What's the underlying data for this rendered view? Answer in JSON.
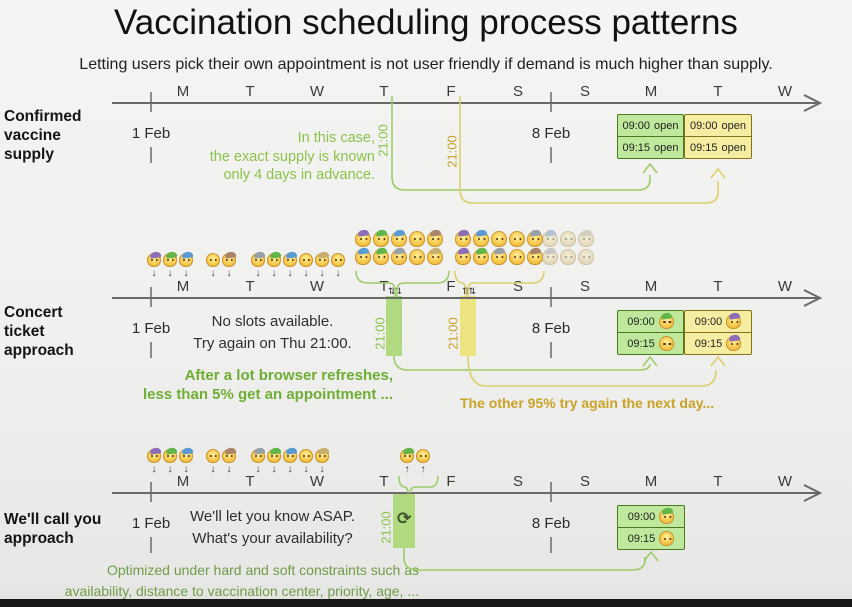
{
  "colors": {
    "ui": {
      "green-line": "#9ccc65",
      "green-text": "#8bc34a",
      "green-bold": "#6fae34",
      "green-deep": "#6f9d4a",
      "yellow-line": "#dccf6a",
      "yellow-text": "#c9a227",
      "slot-green-bg": "#bfe89d",
      "slot-green-border": "#4a7a1e",
      "slot-yellow-bg": "#f5eda1",
      "slot-yellow-border": "#827417",
      "bar-green": "#b1da80",
      "bar-yellow": "#ece57f",
      "timeline": "#696969"
    },
    "hats": {
      "purple": "#8d6cb8",
      "green": "#62b548",
      "blue": "#5b9bd5",
      "brown": "#a98467",
      "gray": "#98a0a8",
      "tan": "#c5ae6f",
      "none": "transparent"
    }
  },
  "header": {
    "title": "Vaccination scheduling process patterns",
    "subtitle": "Letting users pick their own appointment is not user friendly if demand is much higher than supply."
  },
  "timeline": {
    "days": [
      "M",
      "T",
      "W",
      "T",
      "F",
      "S",
      "S",
      "M",
      "T",
      "W"
    ],
    "start_date": "1 Feb",
    "mid_date": "8 Feb"
  },
  "icons": {
    "shuffle": "⇅⇅",
    "sync": "⟳"
  },
  "s1": {
    "label_lines": [
      "Confirmed",
      "vaccine",
      "supply"
    ],
    "note_lines": [
      "In this case,",
      "the exact supply is known",
      "only 4 days in advance."
    ],
    "release_green": "21:00",
    "release_yellow": "21:00",
    "slots_green": [
      {
        "time": "09:00",
        "status": "open"
      },
      {
        "time": "09:15",
        "status": "open"
      }
    ],
    "slots_yellow": [
      {
        "time": "09:00",
        "status": "open"
      },
      {
        "time": "09:15",
        "status": "open"
      }
    ]
  },
  "s2": {
    "label_lines": [
      "Concert",
      "ticket",
      "approach"
    ],
    "message_lines": [
      "No slots available.",
      "Try again on Thu 21:00."
    ],
    "release_green": "21:00",
    "release_yellow": "21:00",
    "note_green_lines": [
      "After a lot browser refreshes,",
      "less than 5% get an appointment ..."
    ],
    "note_yellow": "The other 95% try again the next day...",
    "slots_green": [
      {
        "time": "09:00",
        "face": "green"
      },
      {
        "time": "09:15",
        "face": "none"
      }
    ],
    "slots_yellow": [
      {
        "time": "09:00",
        "face": "purple"
      },
      {
        "time": "09:15",
        "face": "purple"
      }
    ]
  },
  "s3": {
    "label_lines": [
      "We'll call you",
      "approach"
    ],
    "message_lines": [
      "We'll let you know ASAP.",
      "What's your availability?"
    ],
    "release_green": "21:00",
    "note_lines": [
      "Optimized under hard and soft constraints such as",
      "availability, distance to vaccination center, priority, age, ..."
    ],
    "slots_green": [
      {
        "time": "09:00",
        "face": "green"
      },
      {
        "time": "09:15",
        "face": "none"
      }
    ]
  },
  "crowds": [
    {
      "id": "s2g1",
      "name": "waiting-people-group",
      "hats": [
        "purple",
        "green",
        "blue"
      ],
      "arrow": "↓"
    },
    {
      "id": "s2g2",
      "name": "waiting-people-group",
      "hats": [
        "none",
        "brown"
      ],
      "arrow": "↓"
    },
    {
      "id": "s2g3",
      "name": "waiting-people-group",
      "hats": [
        "gray",
        "green",
        "blue",
        "none",
        "tan"
      ],
      "arrow": "↓"
    },
    {
      "id": "s2g4",
      "name": "waiting-people-group",
      "hats": [
        "none"
      ],
      "arrow": "↓"
    },
    {
      "id": "s2bT",
      "name": "thursday-refresh-crowd",
      "rows": [
        [
          "purple",
          "green",
          "blue",
          "none",
          "brown"
        ],
        [
          "blue",
          "green",
          "gray",
          "none",
          "tan"
        ]
      ]
    },
    {
      "id": "s2bF",
      "name": "friday-refresh-crowd",
      "rows": [
        [
          "purple",
          "blue",
          "none",
          "none",
          "gray"
        ],
        [
          "purple",
          "green",
          "gray",
          "none",
          "brown"
        ]
      ]
    },
    {
      "id": "s2bX",
      "name": "left-out-crowd",
      "faded": true,
      "rows": [
        [
          "blue",
          "none",
          "tan"
        ],
        [
          "gray",
          "none",
          "none"
        ]
      ]
    },
    {
      "id": "s3g1",
      "name": "waiting-people-group",
      "hats": [
        "purple",
        "green",
        "blue"
      ],
      "arrow": "↓"
    },
    {
      "id": "s3g2",
      "name": "waiting-people-group",
      "hats": [
        "none",
        "brown"
      ],
      "arrow": "↓"
    },
    {
      "id": "s3g3",
      "name": "waiting-people-group",
      "hats": [
        "gray",
        "green",
        "blue",
        "none",
        "tan"
      ],
      "arrow": "↓"
    },
    {
      "id": "s3up",
      "name": "notified-people-group",
      "hats": [
        "green",
        "none"
      ],
      "arrow": "↑"
    }
  ]
}
